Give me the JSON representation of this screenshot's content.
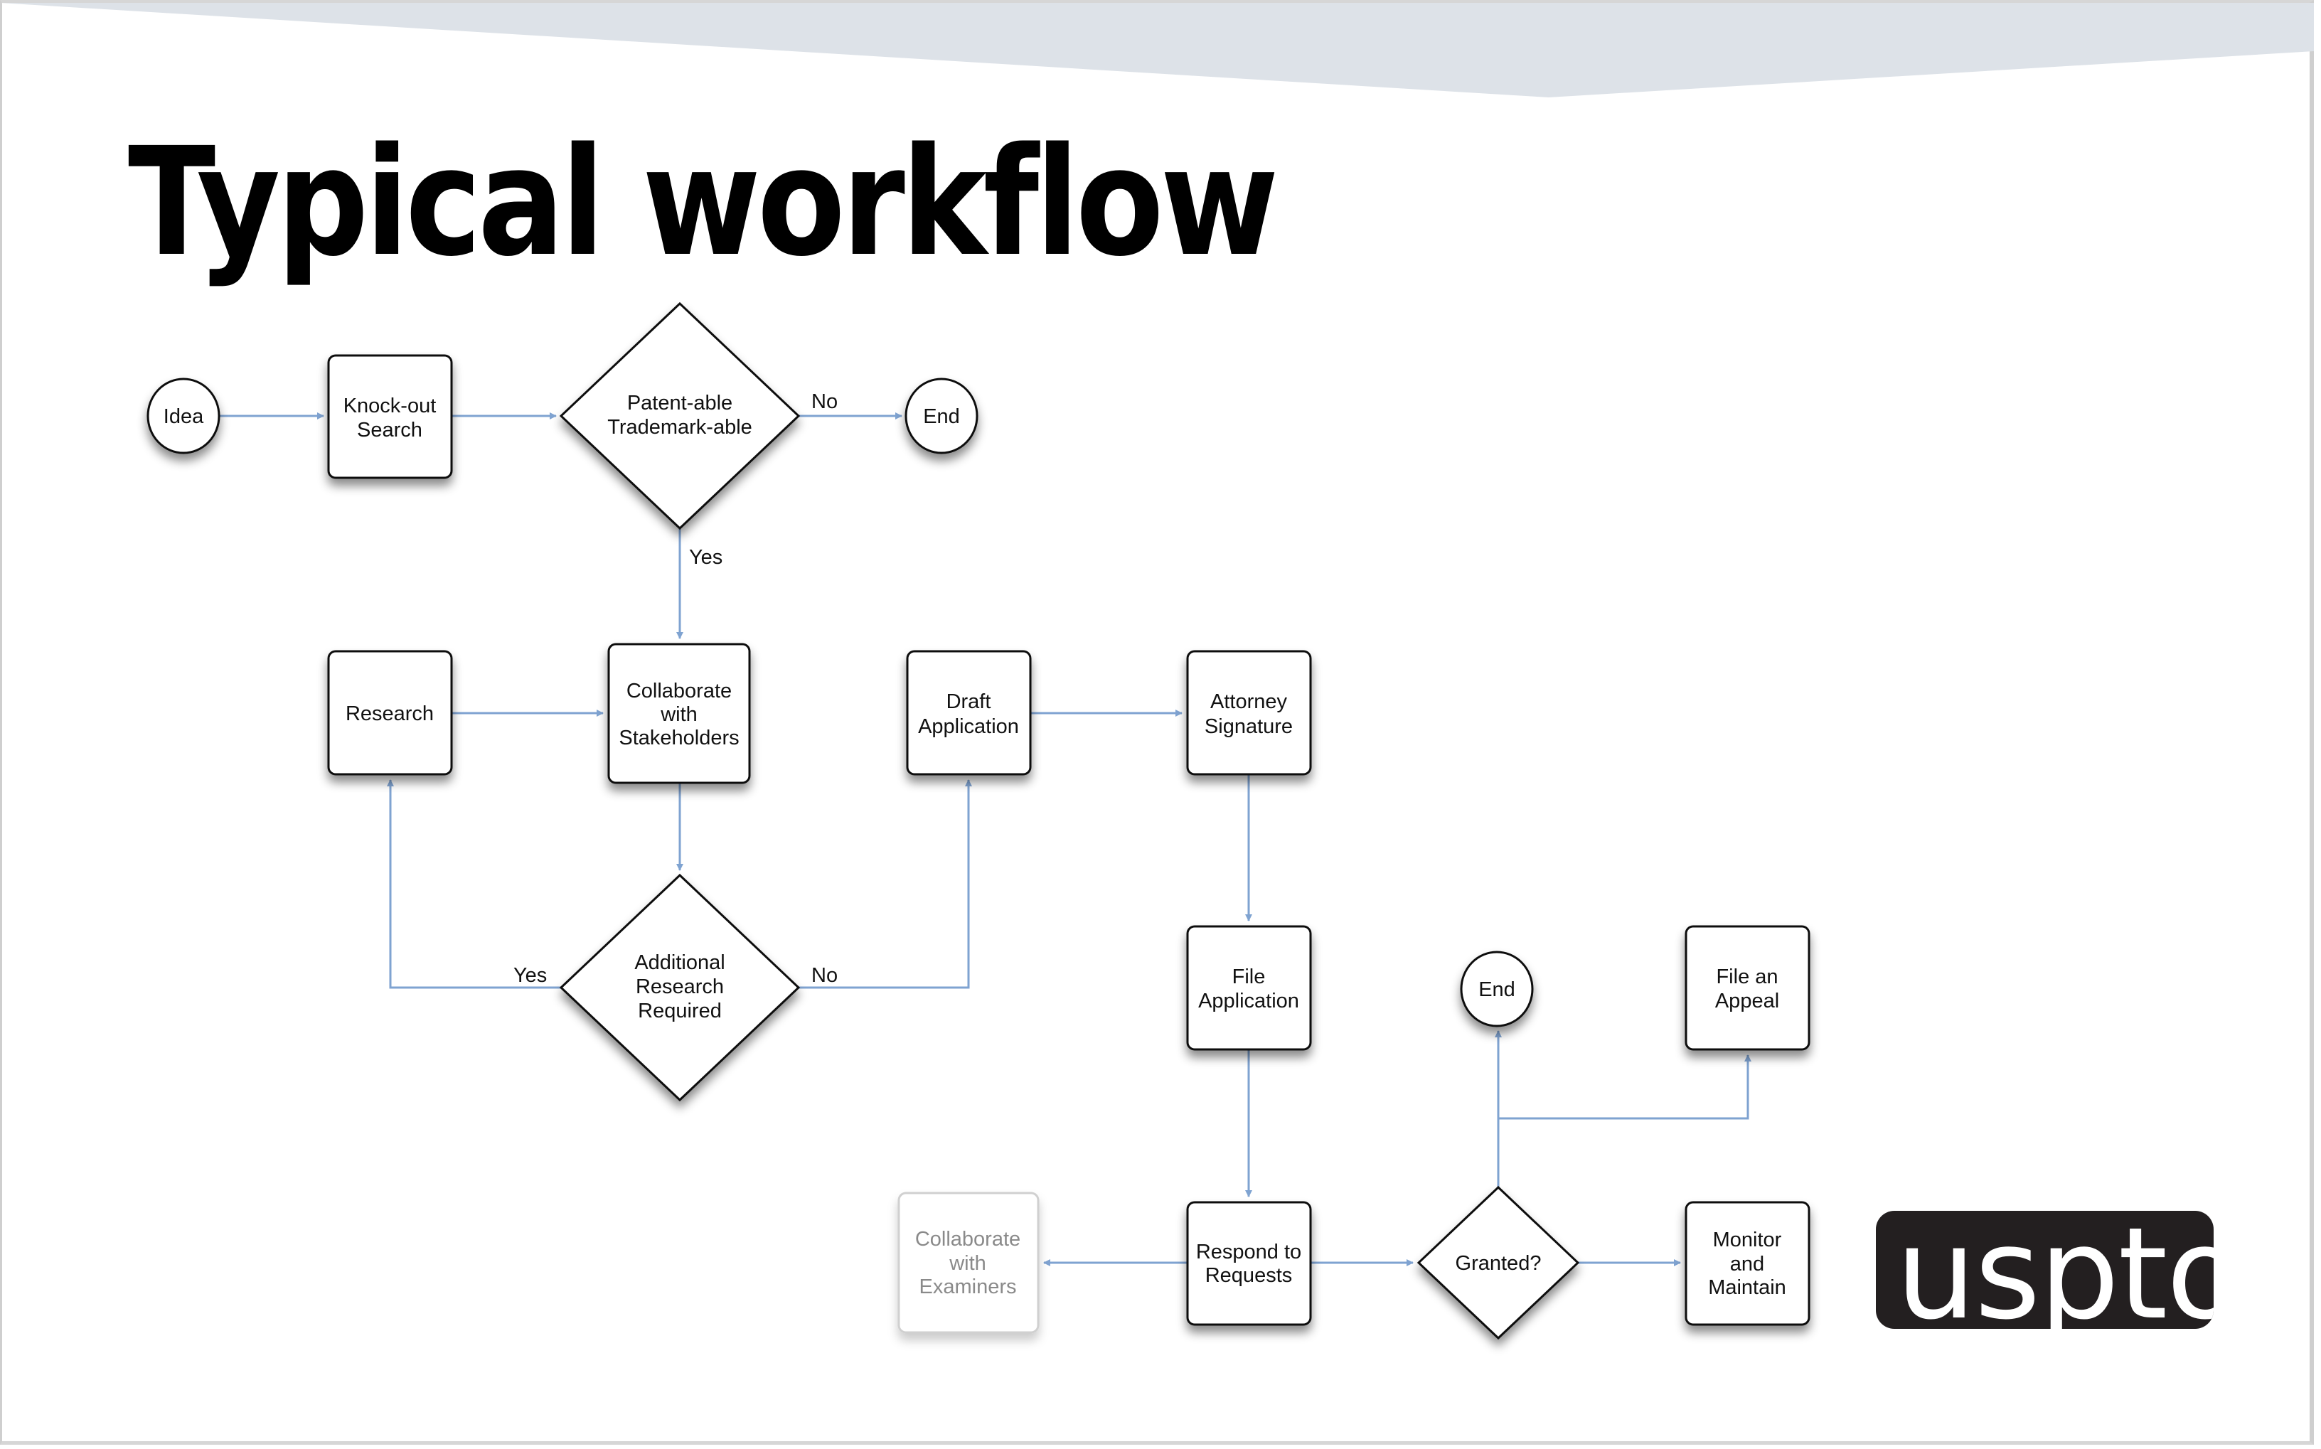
{
  "slide": {
    "title": "Typical workflow",
    "banner_color": "#dde2e8",
    "edge_color": "#7fa3d1"
  },
  "nodes": {
    "idea": "Idea",
    "knockout_1": "Knock-out",
    "knockout_2": "Search",
    "patentable_1": "Patent-able",
    "patentable_2": "Trademark-able",
    "end_top": "End",
    "research": "Research",
    "collab_1": "Collaborate",
    "collab_2": "with",
    "collab_3": "Stakeholders",
    "draft_1": "Draft",
    "draft_2": "Application",
    "attorney_1": "Attorney",
    "attorney_2": "Signature",
    "additional_1": "Additional",
    "additional_2": "Research",
    "additional_3": "Required",
    "file_app_1": "File",
    "file_app_2": "Application",
    "end_bottom": "End",
    "appeal_1": "File an",
    "appeal_2": "Appeal",
    "examiners_1": "Collaborate",
    "examiners_2": "with",
    "examiners_3": "Examiners",
    "respond_1": "Respond to",
    "respond_2": "Requests",
    "granted": "Granted?",
    "monitor_1": "Monitor",
    "monitor_2": "and",
    "monitor_3": "Maintain"
  },
  "edge_labels": {
    "patentable_no": "No",
    "patentable_yes": "Yes",
    "additional_yes": "Yes",
    "additional_no": "No"
  },
  "logo": {
    "text": "uspto"
  }
}
